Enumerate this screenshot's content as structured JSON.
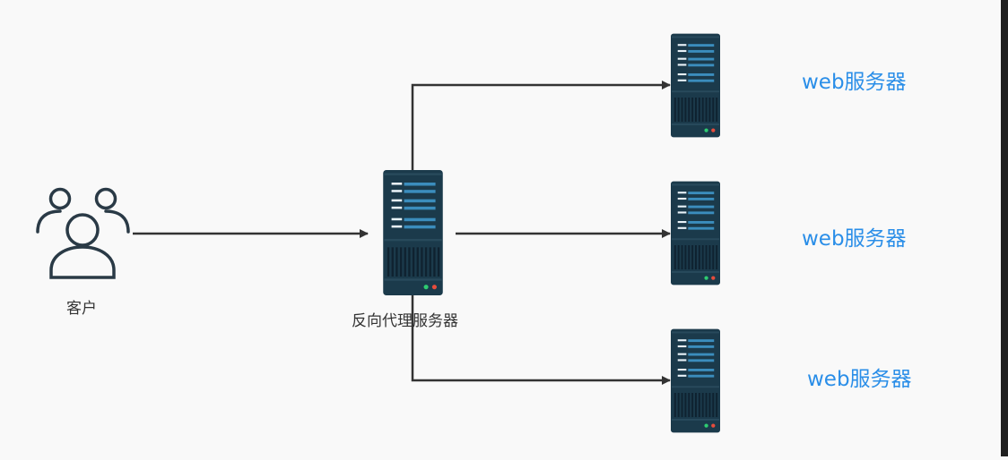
{
  "client": {
    "label": "客户",
    "icon": "users-icon"
  },
  "proxy": {
    "label": "反向代理服务器",
    "icon": "server-icon"
  },
  "web_servers": [
    {
      "label": "web服务器",
      "icon": "server-icon"
    },
    {
      "label": "web服务器",
      "icon": "server-icon"
    },
    {
      "label": "web服务器",
      "icon": "server-icon"
    }
  ],
  "colors": {
    "background": "#f9f9f9",
    "server_body": "#1b3a4b",
    "server_accent": "#3b8dbd",
    "arrow": "#333333",
    "web_label": "#2a8ee8",
    "user_stroke": "#2a3a46"
  }
}
